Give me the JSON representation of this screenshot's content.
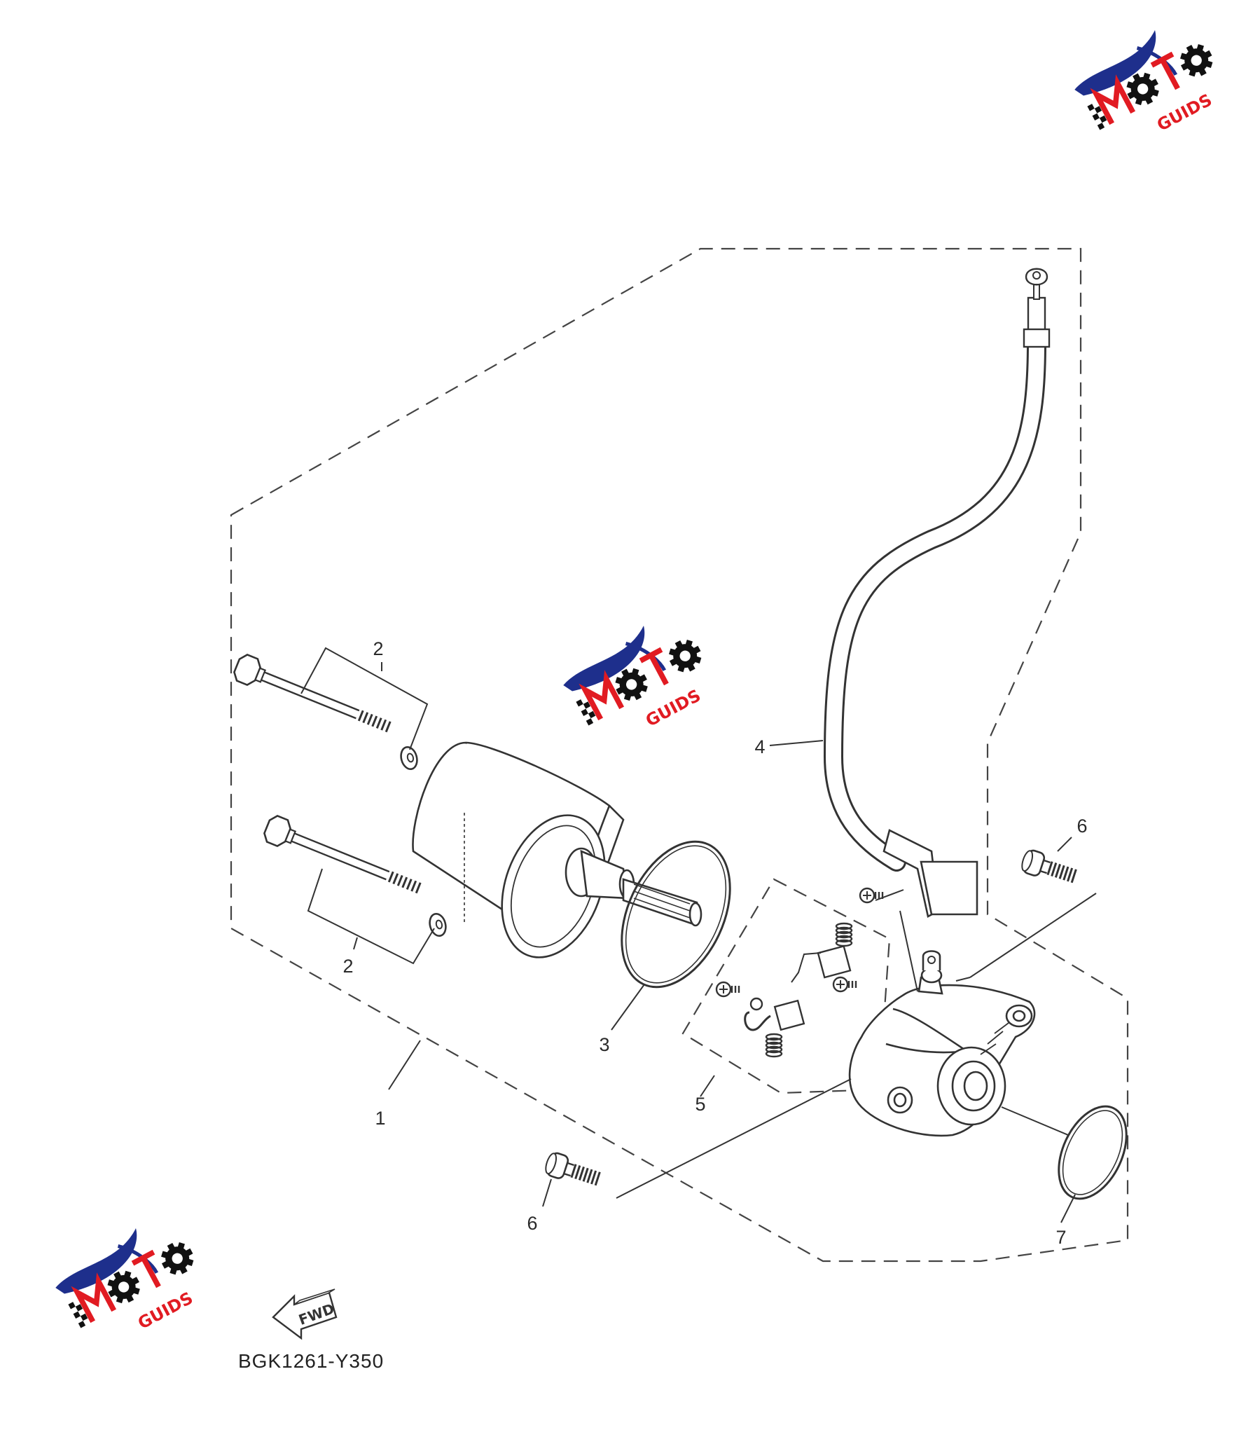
{
  "diagram": {
    "code": "BGK1261-Y350",
    "direction_label": "FWD",
    "parts": [
      {
        "id": "1",
        "label": "1"
      },
      {
        "id": "2",
        "label": "2"
      },
      {
        "id": "3",
        "label": "3"
      },
      {
        "id": "4",
        "label": "4"
      },
      {
        "id": "5",
        "label": "5"
      },
      {
        "id": "6",
        "label": "6"
      },
      {
        "id": "7",
        "label": "7"
      }
    ]
  },
  "watermark": {
    "brand": "MOTO GUIDS",
    "letters_main": "MOTO",
    "letters_sub": "GUIDS",
    "colors": {
      "blue": "#1e2f8c",
      "red": "#e11b22",
      "black": "#111111"
    }
  }
}
